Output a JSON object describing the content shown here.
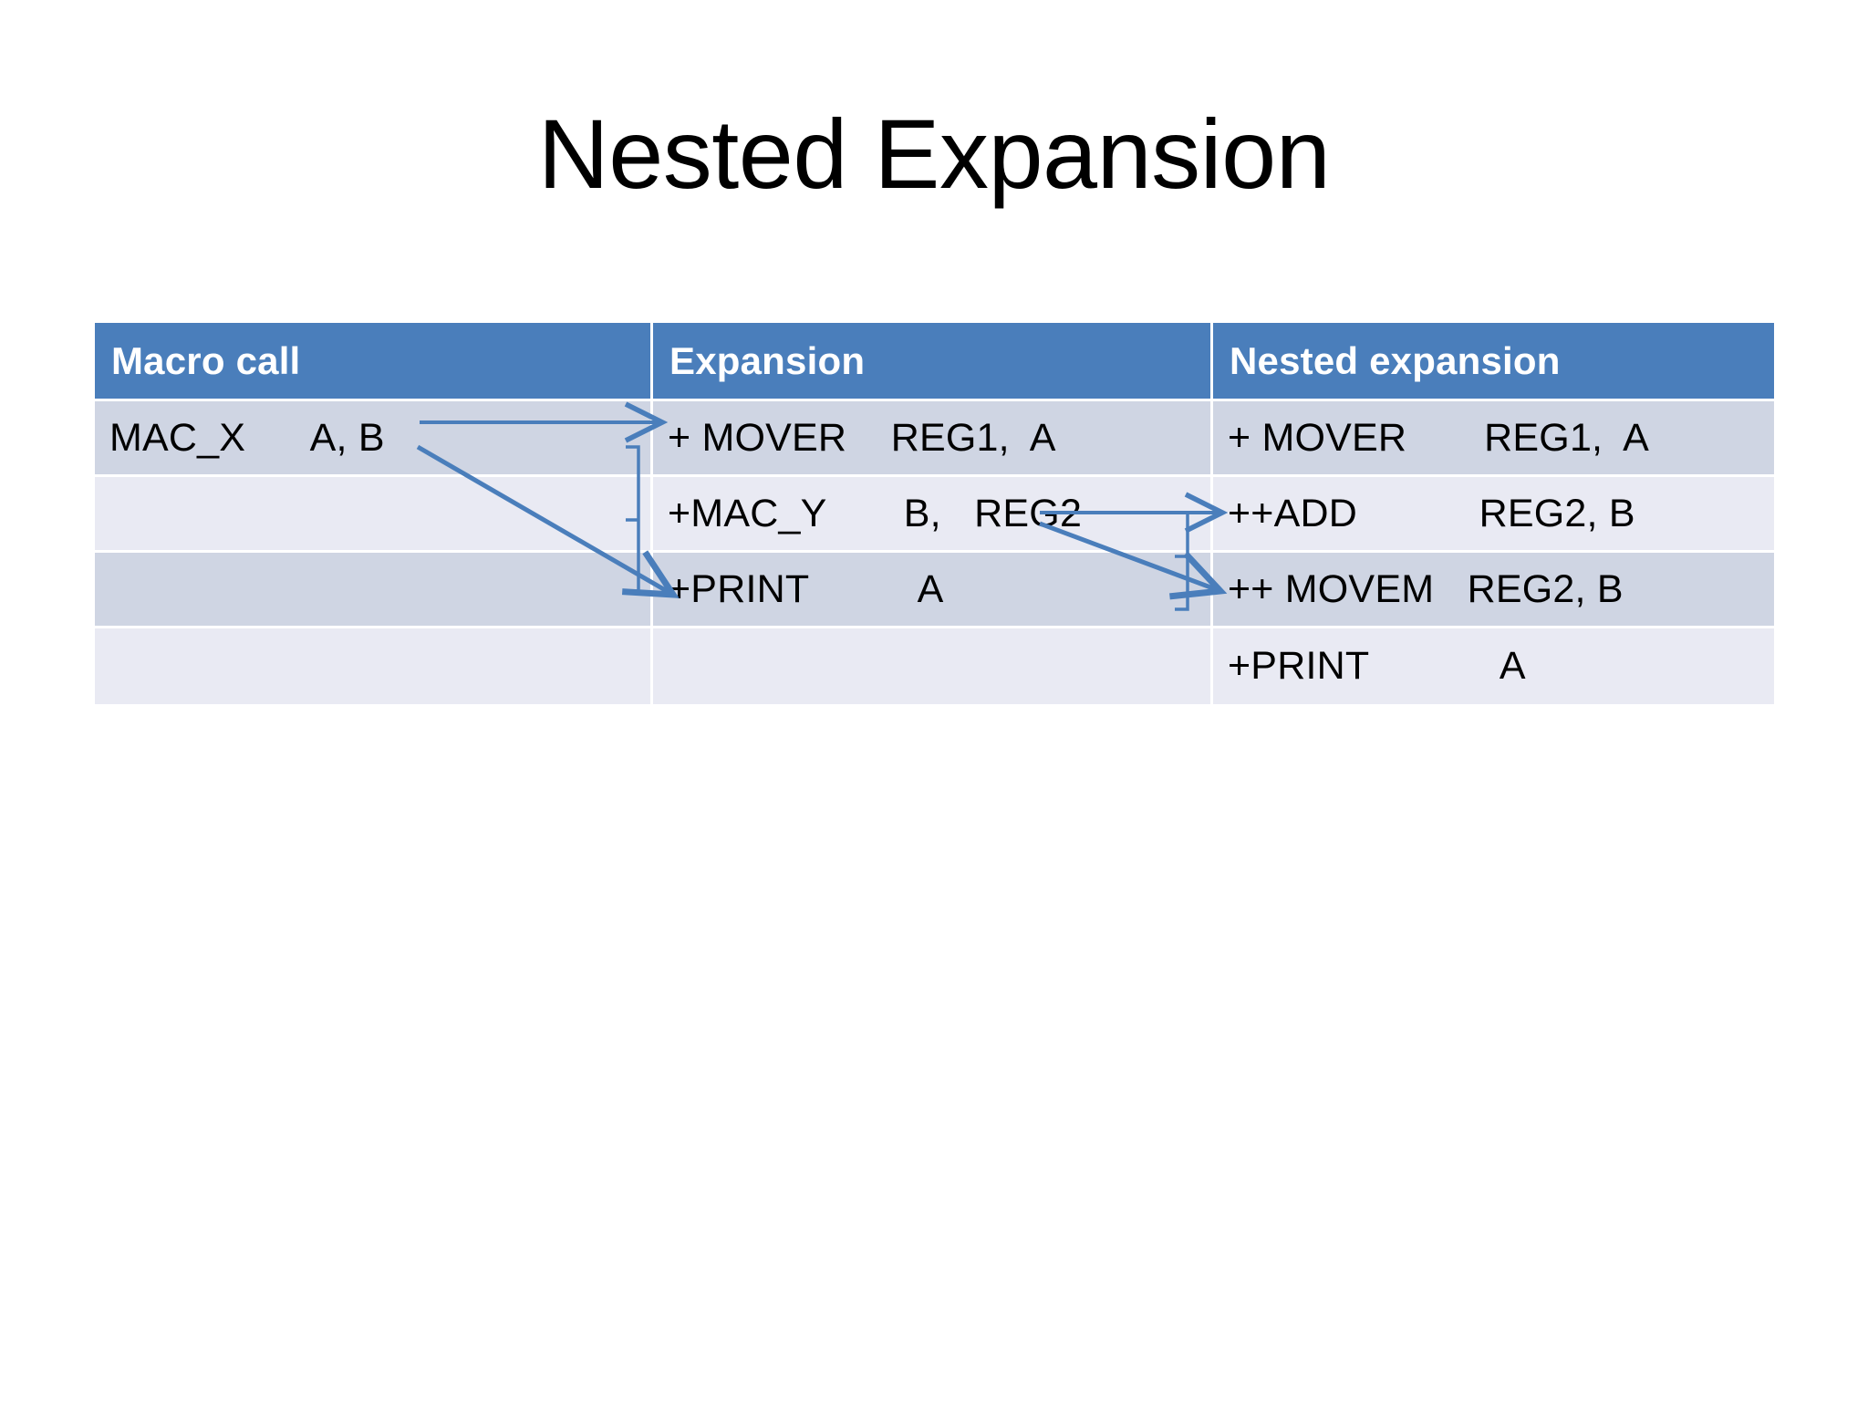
{
  "slide": {
    "title": "Nested Expansion"
  },
  "table": {
    "headers": [
      "Macro call",
      "Expansion",
      "Nested expansion"
    ],
    "rows": [
      {
        "macro_call": "MAC_X      A, B",
        "expansion": "+ MOVER    REG1,  A",
        "nested_expansion": "+ MOVER       REG1,  A"
      },
      {
        "macro_call": "",
        "expansion": "+MAC_Y       B,   REG2",
        "nested_expansion": "++ADD           REG2, B"
      },
      {
        "macro_call": "",
        "expansion": "+PRINT          A",
        "nested_expansion": "++ MOVEM   REG2, B"
      },
      {
        "macro_call": "",
        "expansion": "",
        "nested_expansion": "+PRINT            A"
      }
    ]
  },
  "annotations": {
    "arrow_color": "#4A7EBB",
    "arrows": [
      {
        "name": "macro-call-to-mover",
        "kind": "straight-arrow"
      },
      {
        "name": "macro-call-to-print",
        "kind": "diagonal-arrow"
      },
      {
        "name": "expansion-group-bracket",
        "kind": "bracket"
      },
      {
        "name": "mac-y-to-add",
        "kind": "straight-arrow"
      },
      {
        "name": "mac-y-to-movem",
        "kind": "diagonal-arrow"
      },
      {
        "name": "nested-group-bracket",
        "kind": "bracket"
      }
    ]
  },
  "theme": {
    "header_blue": "#4A7EBB",
    "row_odd": "#CFD5E3",
    "row_even": "#E9EAF3",
    "background": "#FFFFFF",
    "text": "#000000"
  }
}
